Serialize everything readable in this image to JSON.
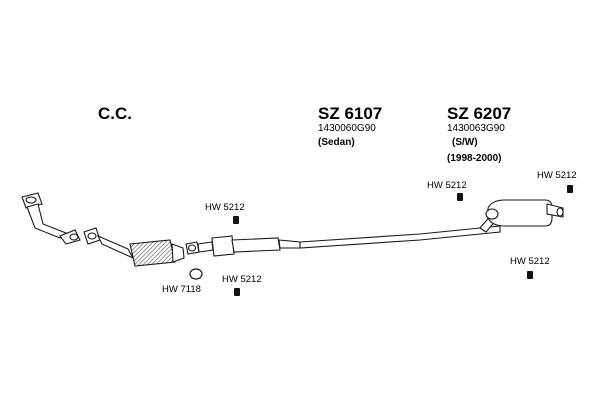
{
  "header": {
    "left_title": "C.C."
  },
  "products": [
    {
      "code": "SZ 6107",
      "part_number": "1430060G90",
      "variant": "(Sedan)",
      "years": ""
    },
    {
      "code": "SZ 6207",
      "part_number": "1430063G90",
      "variant": "(S/W)",
      "years": "(1998-2000)"
    }
  ],
  "hardware_labels": [
    {
      "text": "HW 5212"
    },
    {
      "text": "HW 5212"
    },
    {
      "text": "HW 5212"
    },
    {
      "text": "HW 5212"
    },
    {
      "text": "HW 5212"
    },
    {
      "text": "HW 7118"
    }
  ],
  "colors": {
    "outline": "#1a1a1a",
    "fill": "#ffffff",
    "hatch": "#555555",
    "clip": "#111111"
  }
}
